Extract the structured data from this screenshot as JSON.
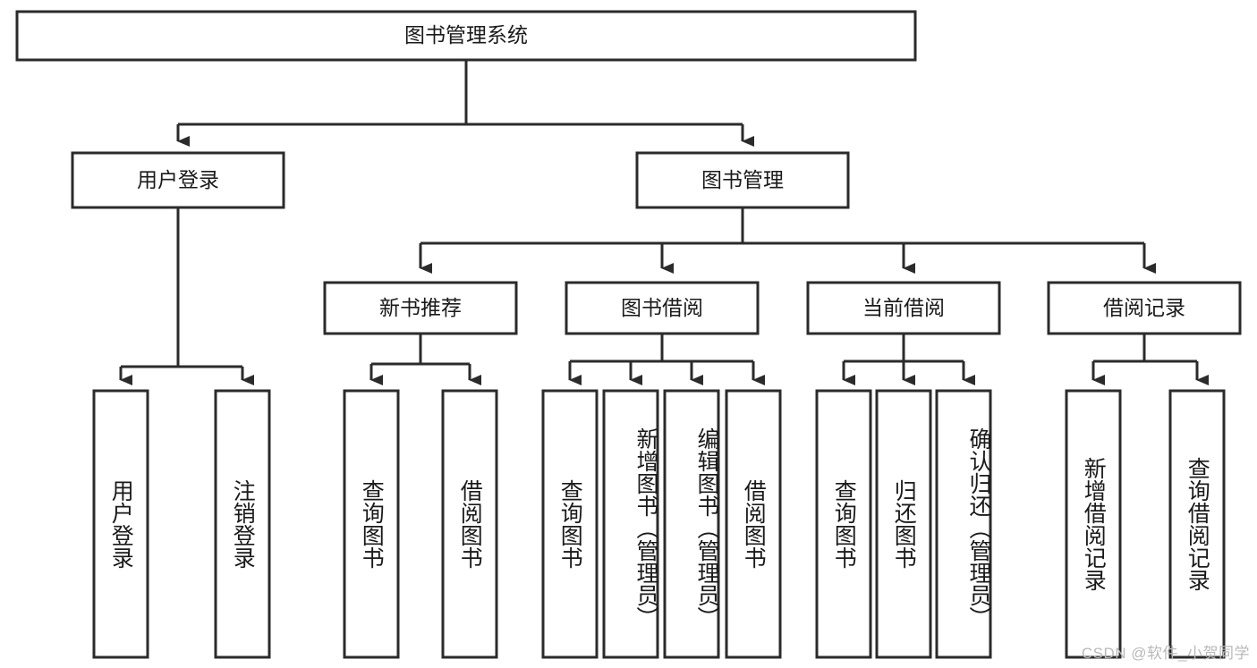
{
  "diagram": {
    "type": "tree-hierarchy-chart",
    "title": "图书管理系统",
    "root": {
      "id": "root",
      "label": "图书管理系统",
      "level": 1
    },
    "level2": [
      {
        "id": "user-login",
        "label": "用户登录",
        "level": 2
      },
      {
        "id": "book-management",
        "label": "图书管理",
        "level": 2
      }
    ],
    "level3": [
      {
        "id": "new-book-recommend",
        "label": "新书推荐",
        "parent": "book-management",
        "level": 3
      },
      {
        "id": "book-borrow",
        "label": "图书借阅",
        "parent": "book-management",
        "level": 3
      },
      {
        "id": "current-borrow",
        "label": "当前借阅",
        "parent": "book-management",
        "level": 3
      },
      {
        "id": "borrow-record",
        "label": "借阅记录",
        "parent": "book-management",
        "level": 3
      }
    ],
    "leaves": [
      {
        "id": "leaf-user-login",
        "label": "用户登录",
        "parent": "user-login"
      },
      {
        "id": "leaf-logout-login",
        "label": "注销登录",
        "parent": "user-login"
      },
      {
        "id": "leaf-query-book-1",
        "label": "查询图书",
        "parent": "new-book-recommend"
      },
      {
        "id": "leaf-borrow-book-1",
        "label": "借阅图书",
        "parent": "new-book-recommend"
      },
      {
        "id": "leaf-query-book-2",
        "label": "查询图书",
        "parent": "book-borrow"
      },
      {
        "id": "leaf-add-book",
        "label": "新增图书（管理员）",
        "parent": "book-borrow"
      },
      {
        "id": "leaf-edit-book",
        "label": "编辑图书（管理员）",
        "parent": "book-borrow"
      },
      {
        "id": "leaf-borrow-book-2",
        "label": "借阅图书",
        "parent": "book-borrow"
      },
      {
        "id": "leaf-query-book-3",
        "label": "查询图书",
        "parent": "current-borrow"
      },
      {
        "id": "leaf-return-book",
        "label": "归还图书",
        "parent": "current-borrow"
      },
      {
        "id": "leaf-confirm-return",
        "label": "确认归还（管理员）",
        "parent": "current-borrow"
      },
      {
        "id": "leaf-add-record",
        "label": "新增借阅记录",
        "parent": "borrow-record"
      },
      {
        "id": "leaf-query-record",
        "label": "查询借阅记录",
        "parent": "borrow-record"
      }
    ],
    "colors": {
      "box_stroke": "#2b2b2b",
      "box_fill": "#ffffff",
      "connector": "#2b2b2b",
      "text": "#1a1a1a",
      "background": "#ffffff",
      "watermark": "#b9b9b9"
    }
  },
  "watermark": {
    "text": "CSDN @软件_小贺同学"
  }
}
